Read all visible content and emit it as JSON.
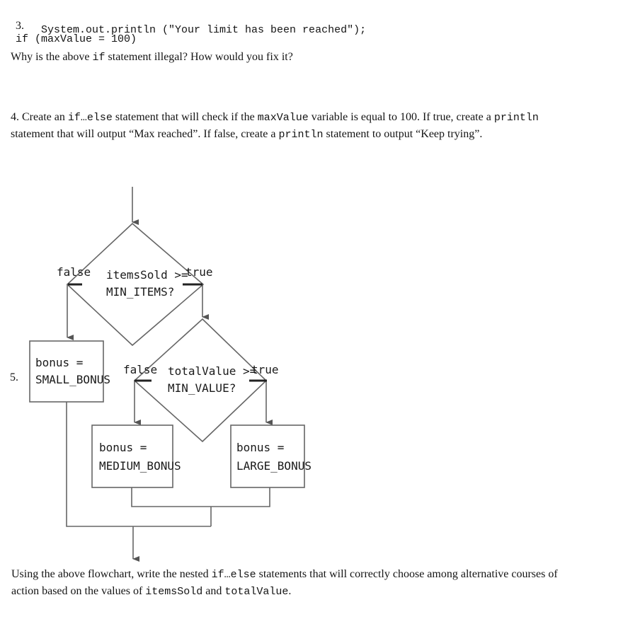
{
  "q3": {
    "number": "3.",
    "code_line1": "if (maxValue = 100)",
    "code_line2": "System.out.println (\"Your limit has been reached\");",
    "question_pre": "Why is the above ",
    "question_code": "if",
    "question_post": " statement illegal? How would you fix it?"
  },
  "q4": {
    "number": "4.",
    "l1_a": " Create an ",
    "l1_code1": "if…else",
    "l1_b": " statement that will check if the ",
    "l1_code2": "maxValue",
    "l1_c": " variable is equal to 100. If true, create a ",
    "l1_code3": "println",
    "l2_a": "statement that will output “Max reached”. If false, create a ",
    "l2_code1": "println",
    "l2_b": " statement to output “Keep trying”."
  },
  "q5": {
    "number": "5.",
    "p1_a": "Using the above flowchart, write the nested ",
    "p1_code1": "if…else",
    "p1_b": " statements that will correctly choose among alternative courses of",
    "p2_a": "action based on the values of ",
    "p2_code1": "itemsSold",
    "p2_b": " and ",
    "p2_code2": "totalValue",
    "p2_c": "."
  },
  "flowchart": {
    "decision1": {
      "line1": "itemsSold >=",
      "line2": "MIN_ITEMS?",
      "false_label": "false",
      "true_label": "true"
    },
    "decision2": {
      "line1": "totalValue >=",
      "line2": "MIN_VALUE?",
      "false_label": "false",
      "true_label": "true"
    },
    "box_small": {
      "line1": "bonus =",
      "line2": "SMALL_BONUS"
    },
    "box_medium": {
      "line1": "bonus =",
      "line2": "MEDIUM_BONUS"
    },
    "box_large": {
      "line1": "bonus =",
      "line2": "LARGE_BONUS"
    }
  }
}
